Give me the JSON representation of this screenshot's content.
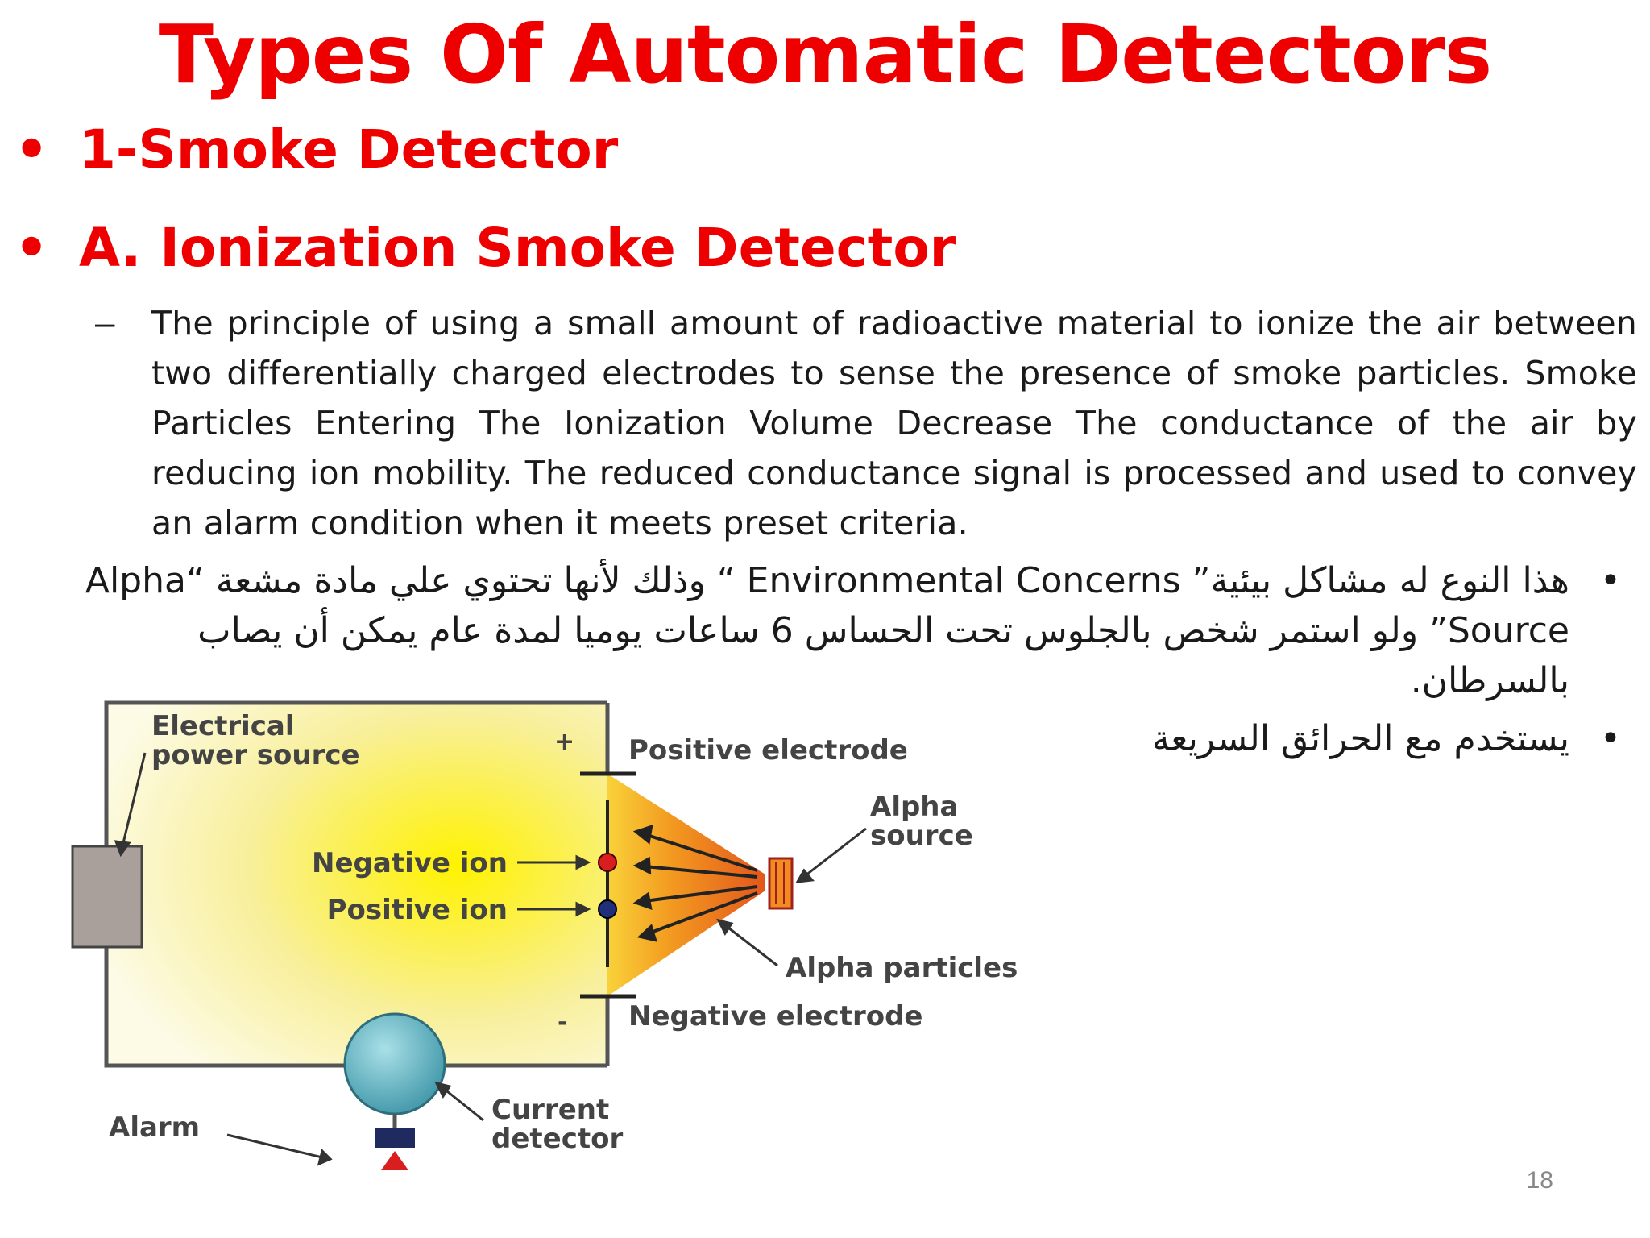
{
  "title": "Types Of Automatic Detectors",
  "bullets": {
    "b1": "1-Smoke Detector",
    "b2": "A. Ionization Smoke Detector",
    "dot": "•",
    "dash": "–"
  },
  "paragraph": "The principle of using a small amount of radioactive material to ionize the air between two differentially charged electrodes to sense the presence of smoke particles. Smoke Particles Entering The Ionization Volume Decrease The conductance of the air by reducing ion mobility. The reduced conductance signal is processed and used to convey an alarm condition when it meets preset criteria.",
  "arabic": {
    "item1": "هذا النوع له مشاكل بيئية” Environmental Concerns “ وذلك لأنها تحتوي علي مادة مشعة “Alpha Source” ولو استمر شخص بالجلوس تحت الحساس 6 ساعات يوميا لمدة عام يمكن أن يصاب بالسرطان.",
    "item2": "يستخدم مع الحرائق السريعة"
  },
  "diagram": {
    "electrical_power_source_1": "Electrical",
    "electrical_power_source_2": "power source",
    "positive_electrode": "Positive electrode",
    "negative_electrode": "Negative electrode",
    "negative_ion": "Negative ion",
    "positive_ion": "Positive ion",
    "alpha_source_1": "Alpha",
    "alpha_source_2": "source",
    "alpha_particles": "Alpha particles",
    "current_detector_1": "Current",
    "current_detector_2": "detector",
    "alarm": "Alarm",
    "plus": "+",
    "minus": "-"
  },
  "page_number": "18",
  "colors": {
    "heading": "#ee0000",
    "circuit_yellow": "#f7e87a",
    "cone_orange": "#f28c1e",
    "detector_teal": "#5fb6c4",
    "negative_ion": "#d81e1e",
    "positive_ion": "#1f2f7a"
  }
}
